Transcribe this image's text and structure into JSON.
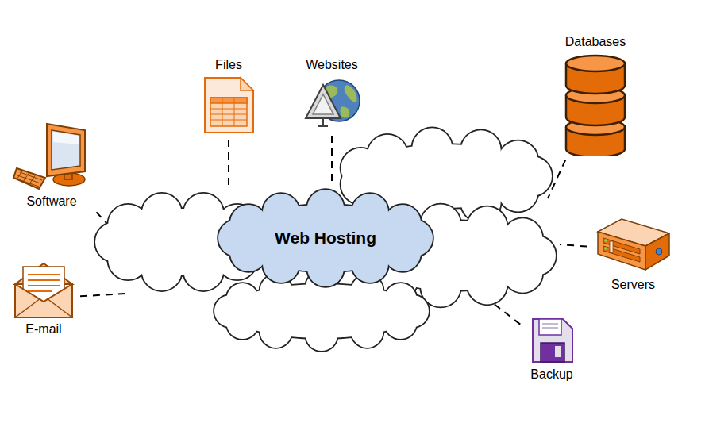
{
  "diagram": {
    "nodes": [
      {
        "text": [
          "Files"
        ]
      },
      {
        "text": [
          "Websites"
        ]
      },
      {
        "text": [
          "Databases"
        ]
      },
      {
        "text": [
          "Software"
        ]
      },
      {
        "text": [
          "Web Hosting"
        ]
      },
      {
        "text": [
          "Servers"
        ]
      },
      {
        "text": [
          "E-mail"
        ]
      },
      {
        "text": [
          "Backup"
        ]
      }
    ],
    "edges": [
      {
        "from": 0,
        "to": 4,
        "arrow": "none"
      },
      {
        "from": 1,
        "to": 4,
        "arrow": "none"
      },
      {
        "from": 2,
        "to": 4,
        "arrow": "none"
      },
      {
        "from": 3,
        "to": 4,
        "arrow": "none"
      },
      {
        "from": 5,
        "to": 4,
        "arrow": "none"
      },
      {
        "from": 6,
        "to": 4,
        "arrow": "none"
      },
      {
        "from": 7,
        "to": 4,
        "arrow": "none"
      }
    ]
  }
}
